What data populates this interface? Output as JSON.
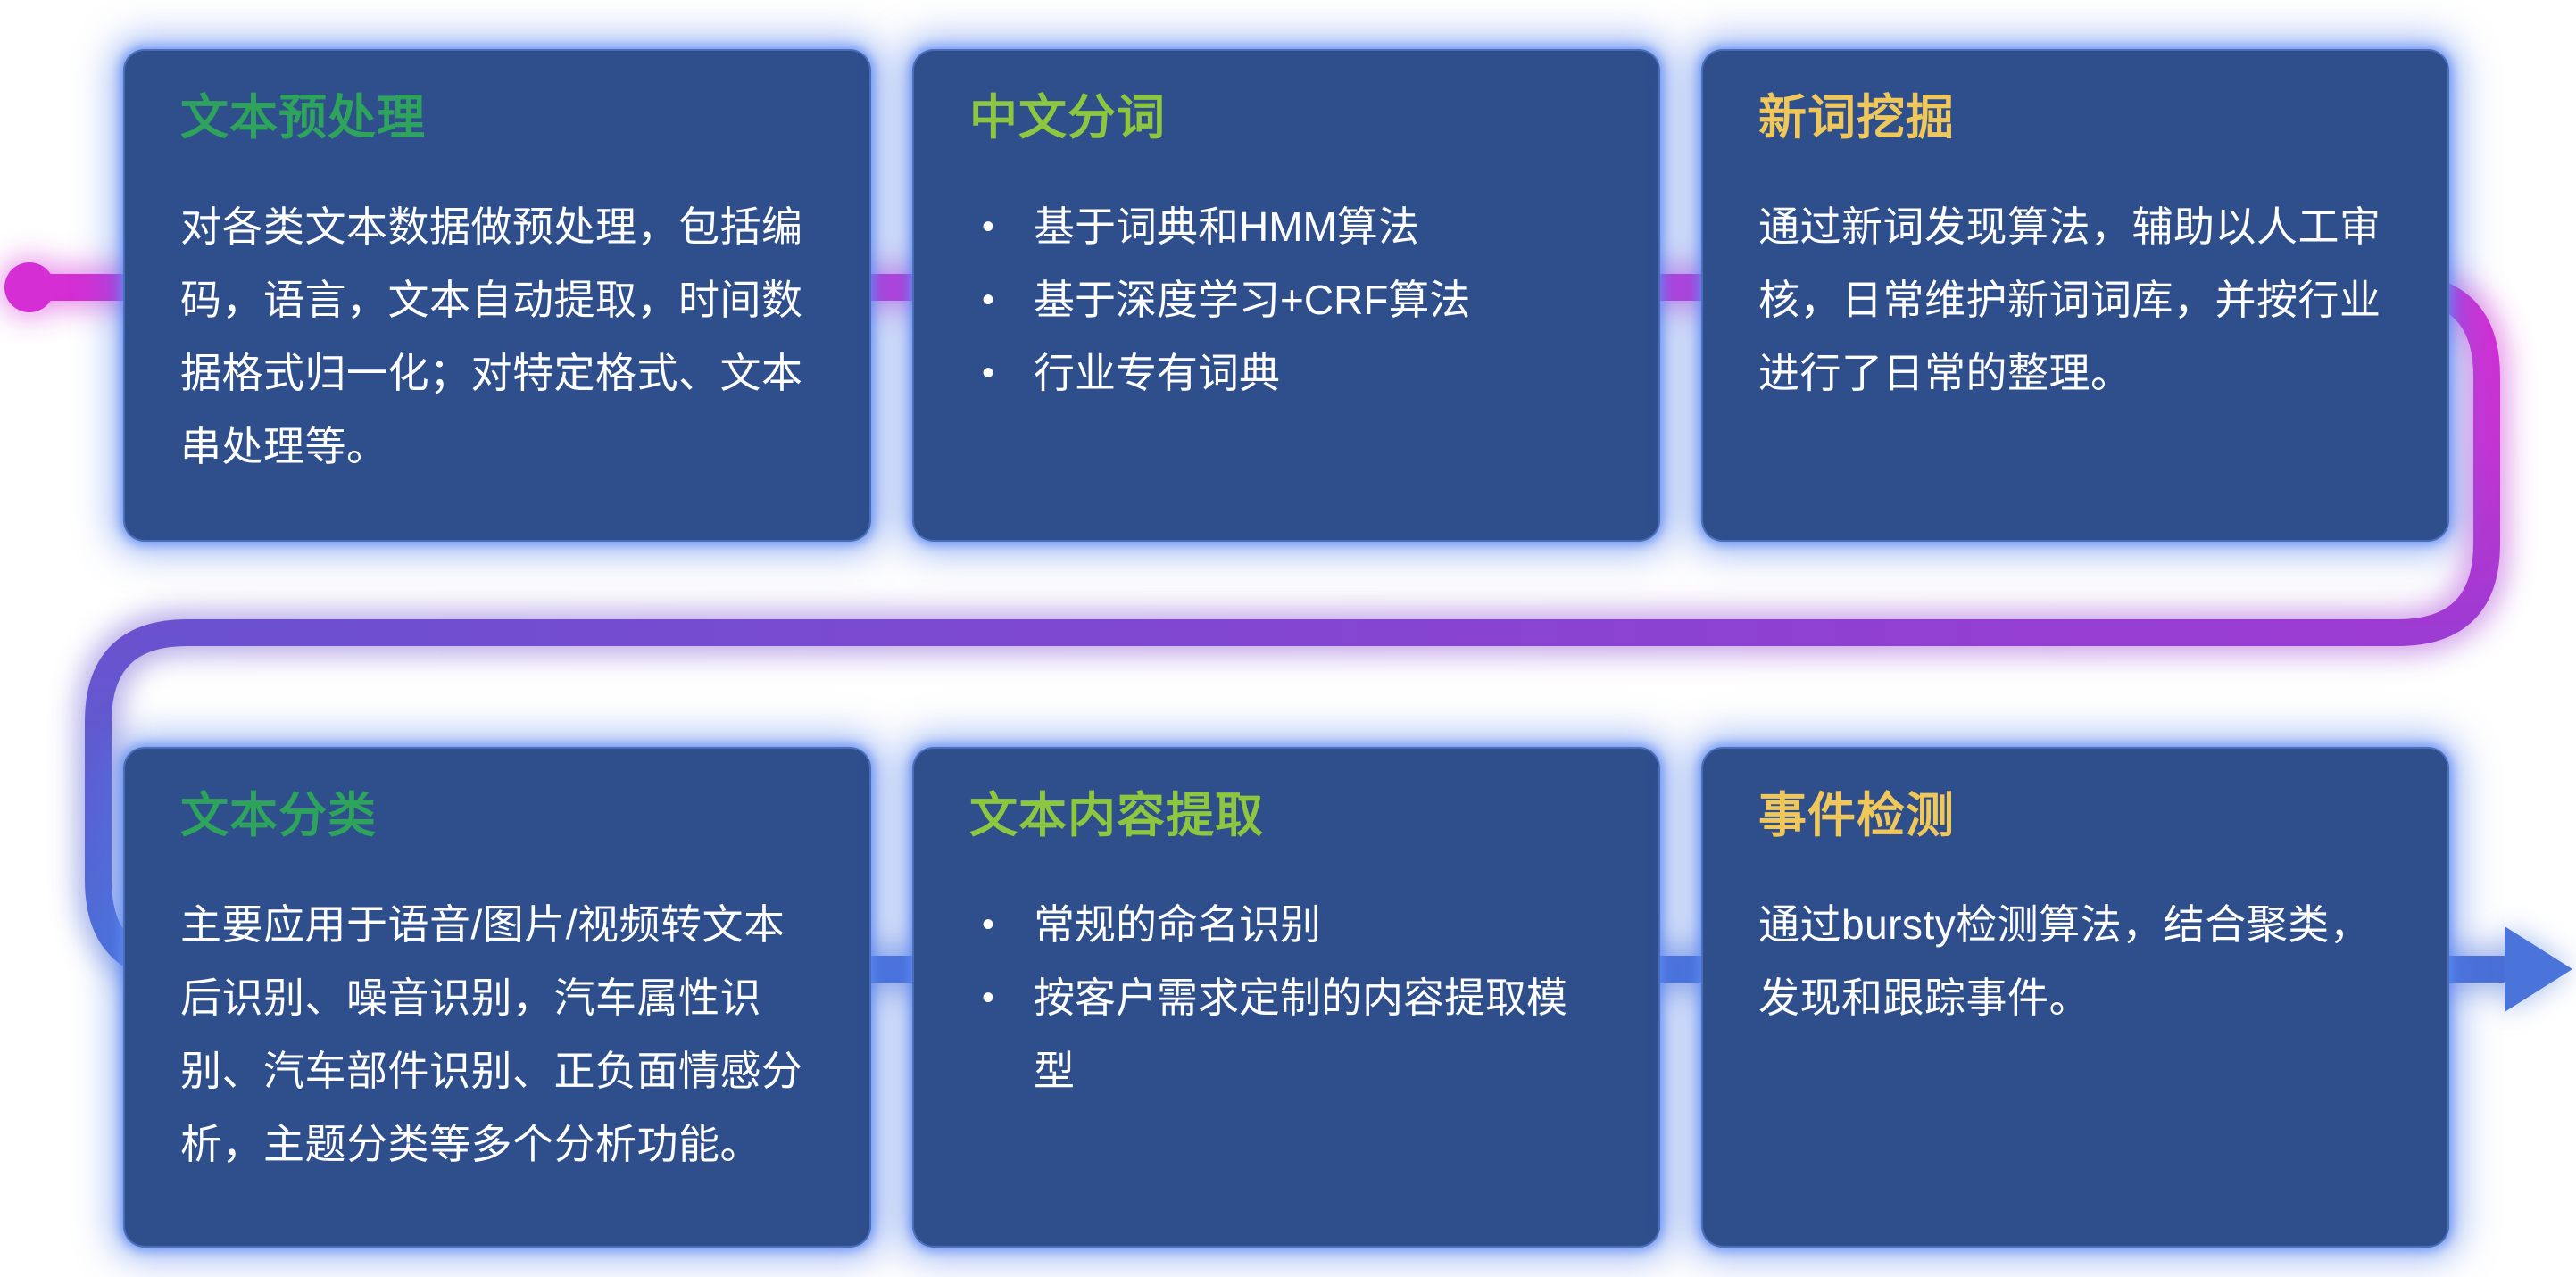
{
  "ui": {
    "bullet_char": "•"
  },
  "flow": {
    "start_dot_color": "#D42ED4",
    "arrow_color": "#4A74DA",
    "gradient_colors": [
      "#D42ED4",
      "#9C3BD2",
      "#6B51CE",
      "#4A70D6"
    ],
    "card_background": "#2E4E8C",
    "card_glow": "#507DEB"
  },
  "cards": [
    {
      "title": "文本预处理",
      "title_color": "#2EA35C",
      "body": "对各类文本数据做预处理，包括编码，语言，文本自动提取，时间数据格式归一化；对特定格式、文本串处理等。"
    },
    {
      "title": "中文分词",
      "title_color": "#8DC63F",
      "bullets": [
        "基于词典和HMM算法",
        "基于深度学习+CRF算法",
        "行业专有词典"
      ]
    },
    {
      "title": "新词挖掘",
      "title_color": "#EFC75A",
      "body": "通过新词发现算法，辅助以人工审核，日常维护新词词库，并按行业进行了日常的整理。"
    },
    {
      "title": "文本分类",
      "title_color": "#2EA35C",
      "body": "主要应用于语音/图片/视频转文本后识别、噪音识别，汽车属性识别、汽车部件识别、正负面情感分析，主题分类等多个分析功能。"
    },
    {
      "title": "文本内容提取",
      "title_color": "#8DC63F",
      "bullets": [
        "常规的命名识别",
        "按客户需求定制的内容提取模型"
      ]
    },
    {
      "title": "事件检测",
      "title_color": "#EFC75A",
      "body": "通过bursty检测算法，结合聚类，发现和跟踪事件。"
    }
  ]
}
